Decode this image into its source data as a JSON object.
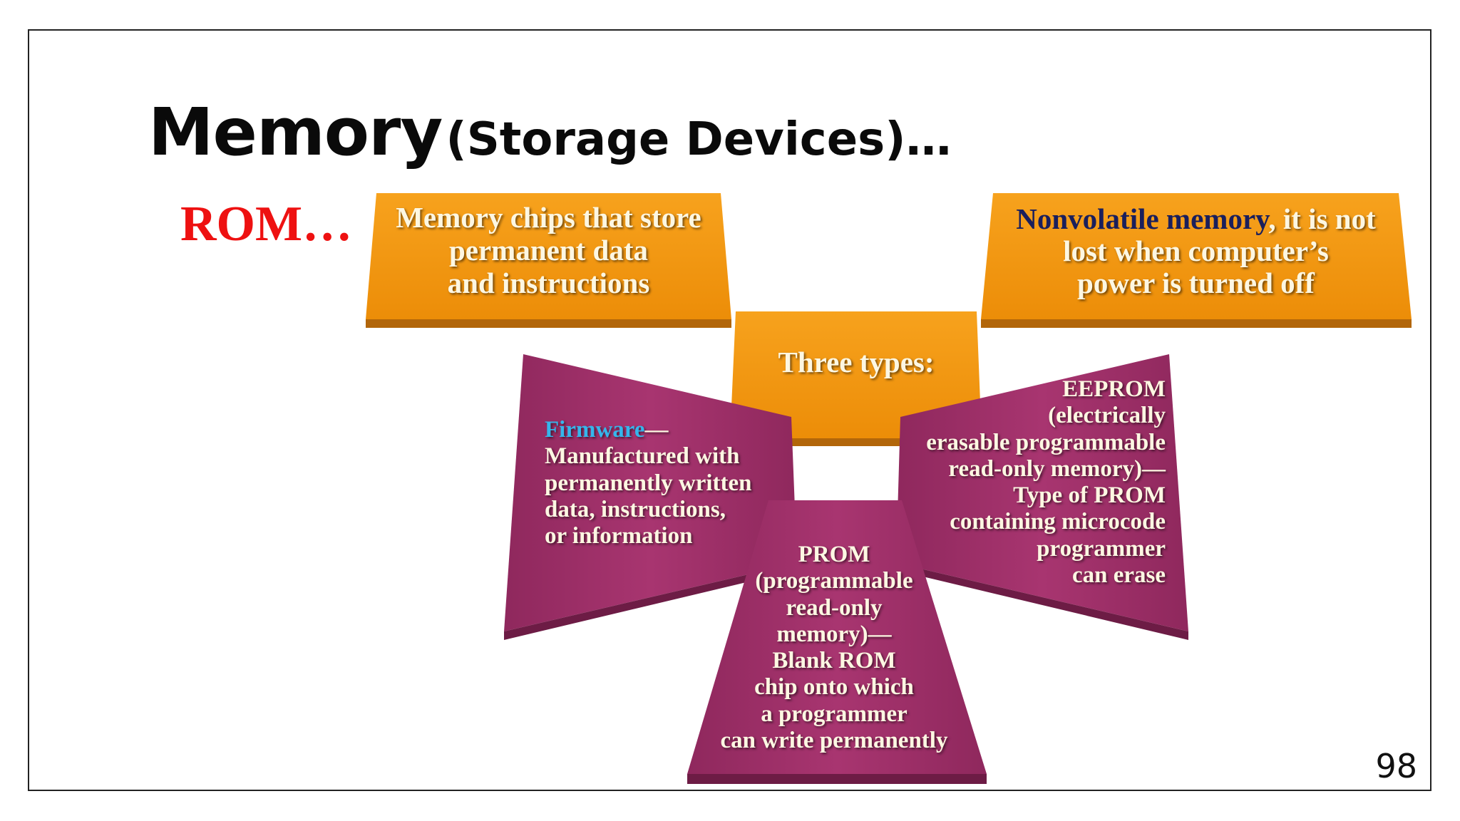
{
  "slide": {
    "title_main": "Memory",
    "title_sub": "(Storage Devices)…",
    "section_label": "ROM…",
    "page_number": "98"
  },
  "boxes": {
    "definition": {
      "lines": [
        "Memory chips that store",
        "permanent data",
        "and instructions"
      ]
    },
    "nonvolatile": {
      "term": "Nonvolatile memory",
      "line1_rest": ", it is not",
      "line2": "lost when computer’s",
      "line3": "power is turned off"
    },
    "center": {
      "label": "Three types:"
    },
    "firmware": {
      "term": "Firmware",
      "term_suffix": "—",
      "lines": [
        "Manufactured with",
        "permanently written",
        "data, instructions,",
        "or information"
      ]
    },
    "prom": {
      "lines": [
        "PROM",
        "(programmable",
        "read-only",
        "memory)—",
        "Blank ROM",
        "chip onto which",
        "a programmer",
        "can write permanently"
      ]
    },
    "eeprom": {
      "lines": [
        "EEPROM",
        "(electrically",
        "erasable programmable",
        "read-only memory)—",
        "Type of PROM",
        "containing microcode",
        "programmer",
        "can erase"
      ]
    }
  },
  "colors": {
    "orange": "#f39a12",
    "purple": "#a0306a",
    "rom_red": "#ee1111",
    "term_dark_blue": "#1a1f5c",
    "term_cyan": "#35b6ec"
  }
}
